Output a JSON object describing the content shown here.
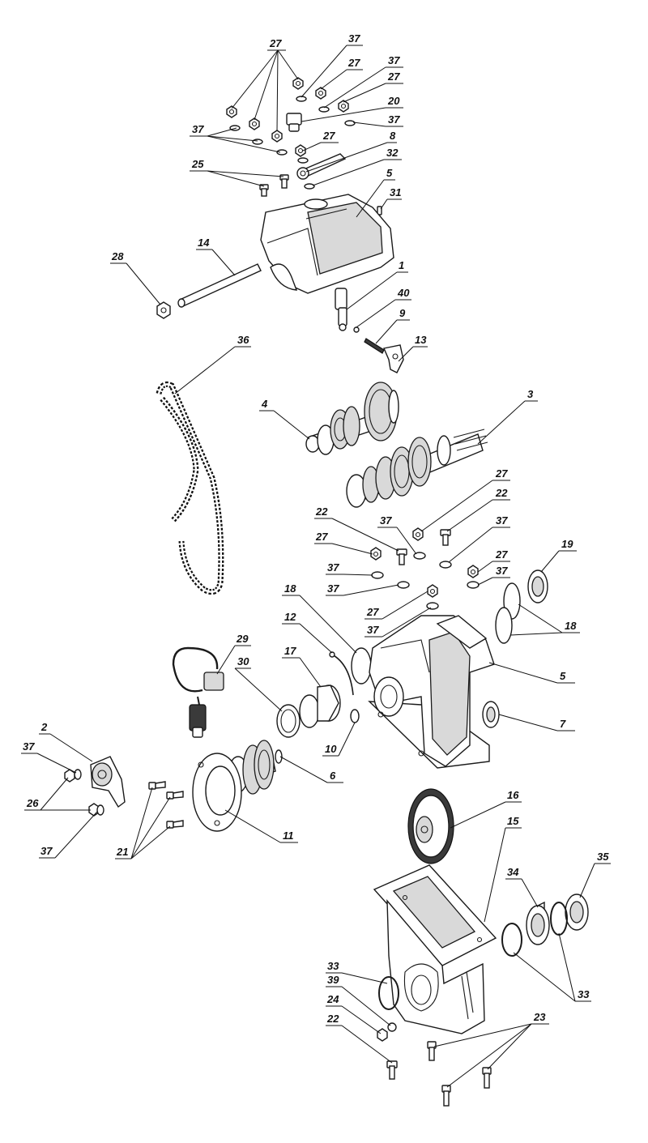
{
  "callouts": [
    {
      "n": "27"
    },
    {
      "n": "37"
    },
    {
      "n": "27"
    },
    {
      "n": "37"
    },
    {
      "n": "27"
    },
    {
      "n": "20"
    },
    {
      "n": "37"
    },
    {
      "n": "37"
    },
    {
      "n": "27"
    },
    {
      "n": "8"
    },
    {
      "n": "32"
    },
    {
      "n": "25"
    },
    {
      "n": "5"
    },
    {
      "n": "31"
    },
    {
      "n": "14"
    },
    {
      "n": "28"
    },
    {
      "n": "1"
    },
    {
      "n": "40"
    },
    {
      "n": "9"
    },
    {
      "n": "13"
    },
    {
      "n": "36"
    },
    {
      "n": "4"
    },
    {
      "n": "3"
    },
    {
      "n": "27"
    },
    {
      "n": "22"
    },
    {
      "n": "22"
    },
    {
      "n": "37"
    },
    {
      "n": "37"
    },
    {
      "n": "27"
    },
    {
      "n": "19"
    },
    {
      "n": "37"
    },
    {
      "n": "27"
    },
    {
      "n": "37"
    },
    {
      "n": "37"
    },
    {
      "n": "18"
    },
    {
      "n": "27"
    },
    {
      "n": "18"
    },
    {
      "n": "37"
    },
    {
      "n": "12"
    },
    {
      "n": "29"
    },
    {
      "n": "5"
    },
    {
      "n": "30"
    },
    {
      "n": "17"
    },
    {
      "n": "7"
    },
    {
      "n": "10"
    },
    {
      "n": "2"
    },
    {
      "n": "37"
    },
    {
      "n": "6"
    },
    {
      "n": "26"
    },
    {
      "n": "16"
    },
    {
      "n": "37"
    },
    {
      "n": "11"
    },
    {
      "n": "21"
    },
    {
      "n": "15"
    },
    {
      "n": "35"
    },
    {
      "n": "34"
    },
    {
      "n": "33"
    },
    {
      "n": "33"
    },
    {
      "n": "39"
    },
    {
      "n": "24"
    },
    {
      "n": "23"
    },
    {
      "n": "22"
    }
  ]
}
